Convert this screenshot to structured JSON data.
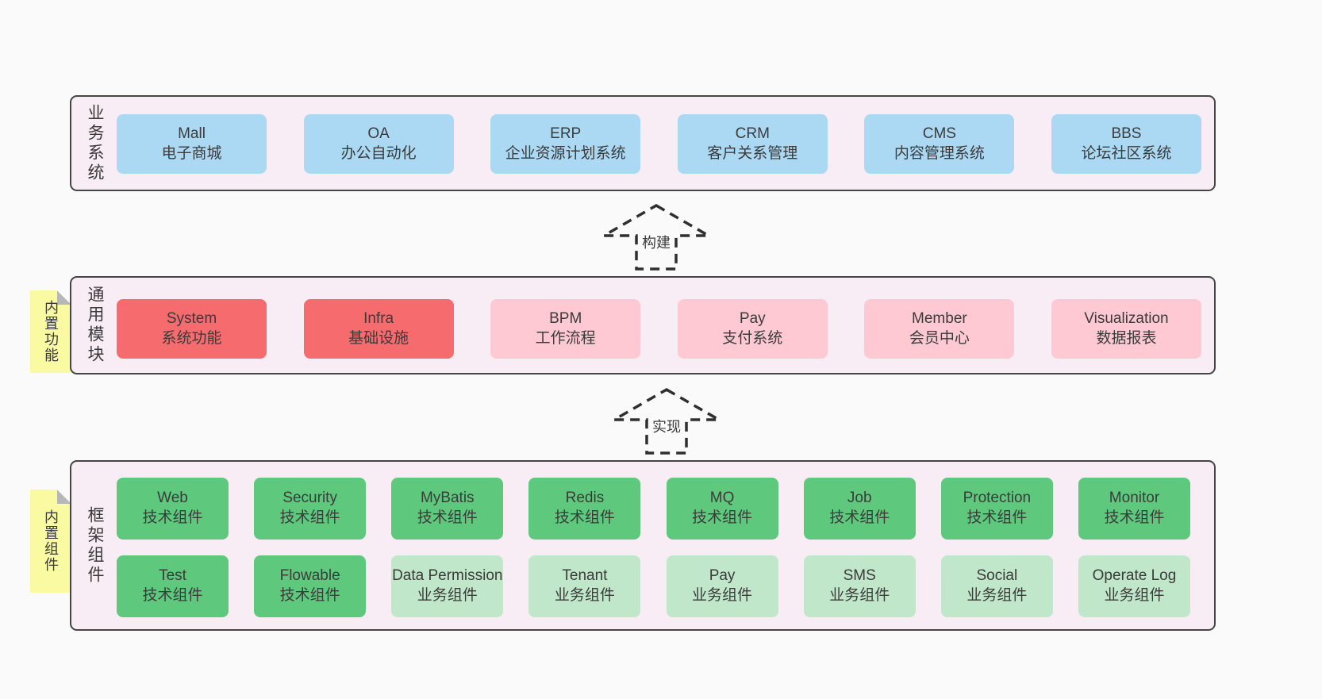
{
  "palette": {
    "page_bg": "#fafafa",
    "band_bg": "#f8edf5",
    "band_border": "#454545",
    "blue": "#abd9f3",
    "red": "#f56b6e",
    "pink": "#fec9d2",
    "green": "#5ec97d",
    "light_green": "#c0e7c9",
    "sticky_yellow": "#fafaa2",
    "text": "#3a3a3a"
  },
  "arrows": [
    {
      "label": "构建",
      "direction": "up"
    },
    {
      "label": "实现",
      "direction": "up"
    }
  ],
  "bands": [
    {
      "id": "business-systems",
      "side_label": "业务系统",
      "boxes": [
        {
          "title": "Mall",
          "subtitle": "电子商城",
          "variant": "blue"
        },
        {
          "title": "OA",
          "subtitle": "办公自动化",
          "variant": "blue"
        },
        {
          "title": "ERP",
          "subtitle": "企业资源计划系统",
          "variant": "blue"
        },
        {
          "title": "CRM",
          "subtitle": "客户关系管理",
          "variant": "blue"
        },
        {
          "title": "CMS",
          "subtitle": "内容管理系统",
          "variant": "blue"
        },
        {
          "title": "BBS",
          "subtitle": "论坛社区系统",
          "variant": "blue"
        }
      ]
    },
    {
      "id": "common-modules",
      "side_label": "通用模块",
      "sticky": "内置功能",
      "boxes": [
        {
          "title": "System",
          "subtitle": "系统功能",
          "variant": "red"
        },
        {
          "title": "Infra",
          "subtitle": "基础设施",
          "variant": "red"
        },
        {
          "title": "BPM",
          "subtitle": "工作流程",
          "variant": "pink"
        },
        {
          "title": "Pay",
          "subtitle": "支付系统",
          "variant": "pink"
        },
        {
          "title": "Member",
          "subtitle": "会员中心",
          "variant": "pink"
        },
        {
          "title": "Visualization",
          "subtitle": "数据报表",
          "variant": "pink"
        }
      ]
    },
    {
      "id": "framework-components",
      "side_label": "框架组件",
      "sticky": "内置组件",
      "rows": [
        [
          {
            "title": "Web",
            "subtitle": "技术组件",
            "variant": "green"
          },
          {
            "title": "Security",
            "subtitle": "技术组件",
            "variant": "green"
          },
          {
            "title": "MyBatis",
            "subtitle": "技术组件",
            "variant": "green"
          },
          {
            "title": "Redis",
            "subtitle": "技术组件",
            "variant": "green"
          },
          {
            "title": "MQ",
            "subtitle": "技术组件",
            "variant": "green"
          },
          {
            "title": "Job",
            "subtitle": "技术组件",
            "variant": "green"
          },
          {
            "title": "Protection",
            "subtitle": "技术组件",
            "variant": "green"
          },
          {
            "title": "Monitor",
            "subtitle": "技术组件",
            "variant": "green"
          }
        ],
        [
          {
            "title": "Test",
            "subtitle": "技术组件",
            "variant": "green"
          },
          {
            "title": "Flowable",
            "subtitle": "技术组件",
            "variant": "green"
          },
          {
            "title": "Data Permission",
            "subtitle": "业务组件",
            "variant": "lgreen"
          },
          {
            "title": "Tenant",
            "subtitle": "业务组件",
            "variant": "lgreen"
          },
          {
            "title": "Pay",
            "subtitle": "业务组件",
            "variant": "lgreen"
          },
          {
            "title": "SMS",
            "subtitle": "业务组件",
            "variant": "lgreen"
          },
          {
            "title": "Social",
            "subtitle": "业务组件",
            "variant": "lgreen"
          },
          {
            "title": "Operate Log",
            "subtitle": "业务组件",
            "variant": "lgreen"
          }
        ]
      ]
    }
  ]
}
